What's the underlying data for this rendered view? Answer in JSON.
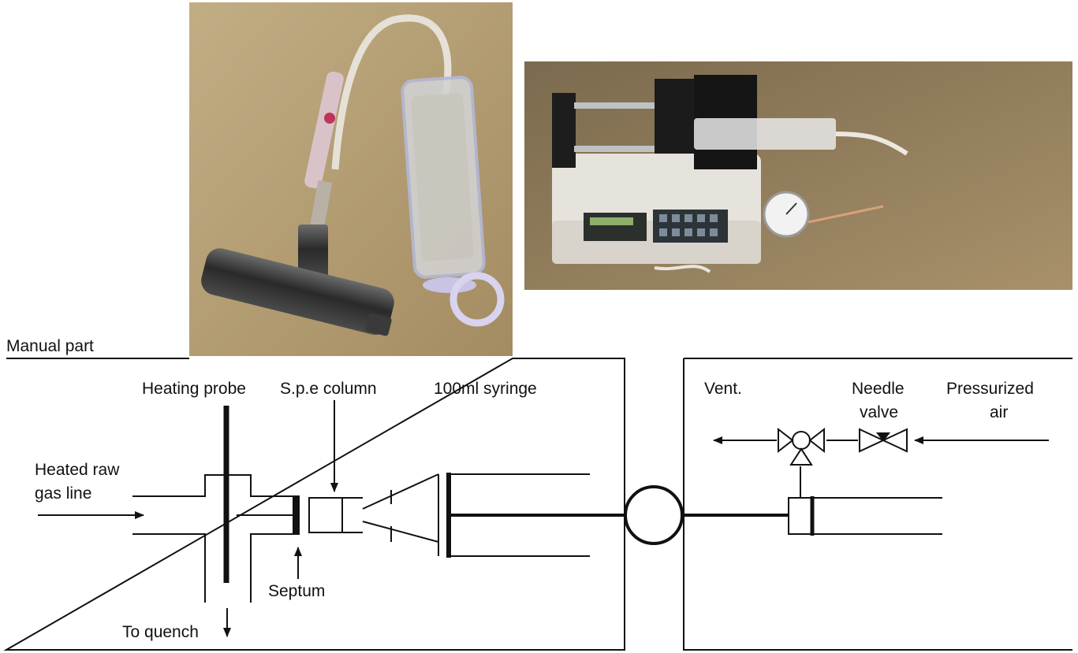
{
  "labels": {
    "manual_part": "Manual part",
    "heating_probe": "Heating probe",
    "spe_column": "S.p.e column",
    "syringe_100ml": "100ml syringe",
    "heated_raw_gas_line_1": "Heated raw",
    "heated_raw_gas_line_2": "gas line",
    "septum": "Septum",
    "to_quench": "To quench",
    "vent": "Vent.",
    "needle_valve_1": "Needle",
    "needle_valve_2": "valve",
    "pressurized_air_1": "Pressurized",
    "pressurized_air_2": "air"
  },
  "photos": {
    "left": "photo of manual sampling assembly (T-piece probe, tubing, 100 ml syringe)",
    "right": "photo of syringe pump with pressure gauge"
  },
  "colors": {
    "line": "#111111",
    "photo_left_bg": "#b8a27a",
    "photo_right_bg": "#8f7a5a"
  }
}
